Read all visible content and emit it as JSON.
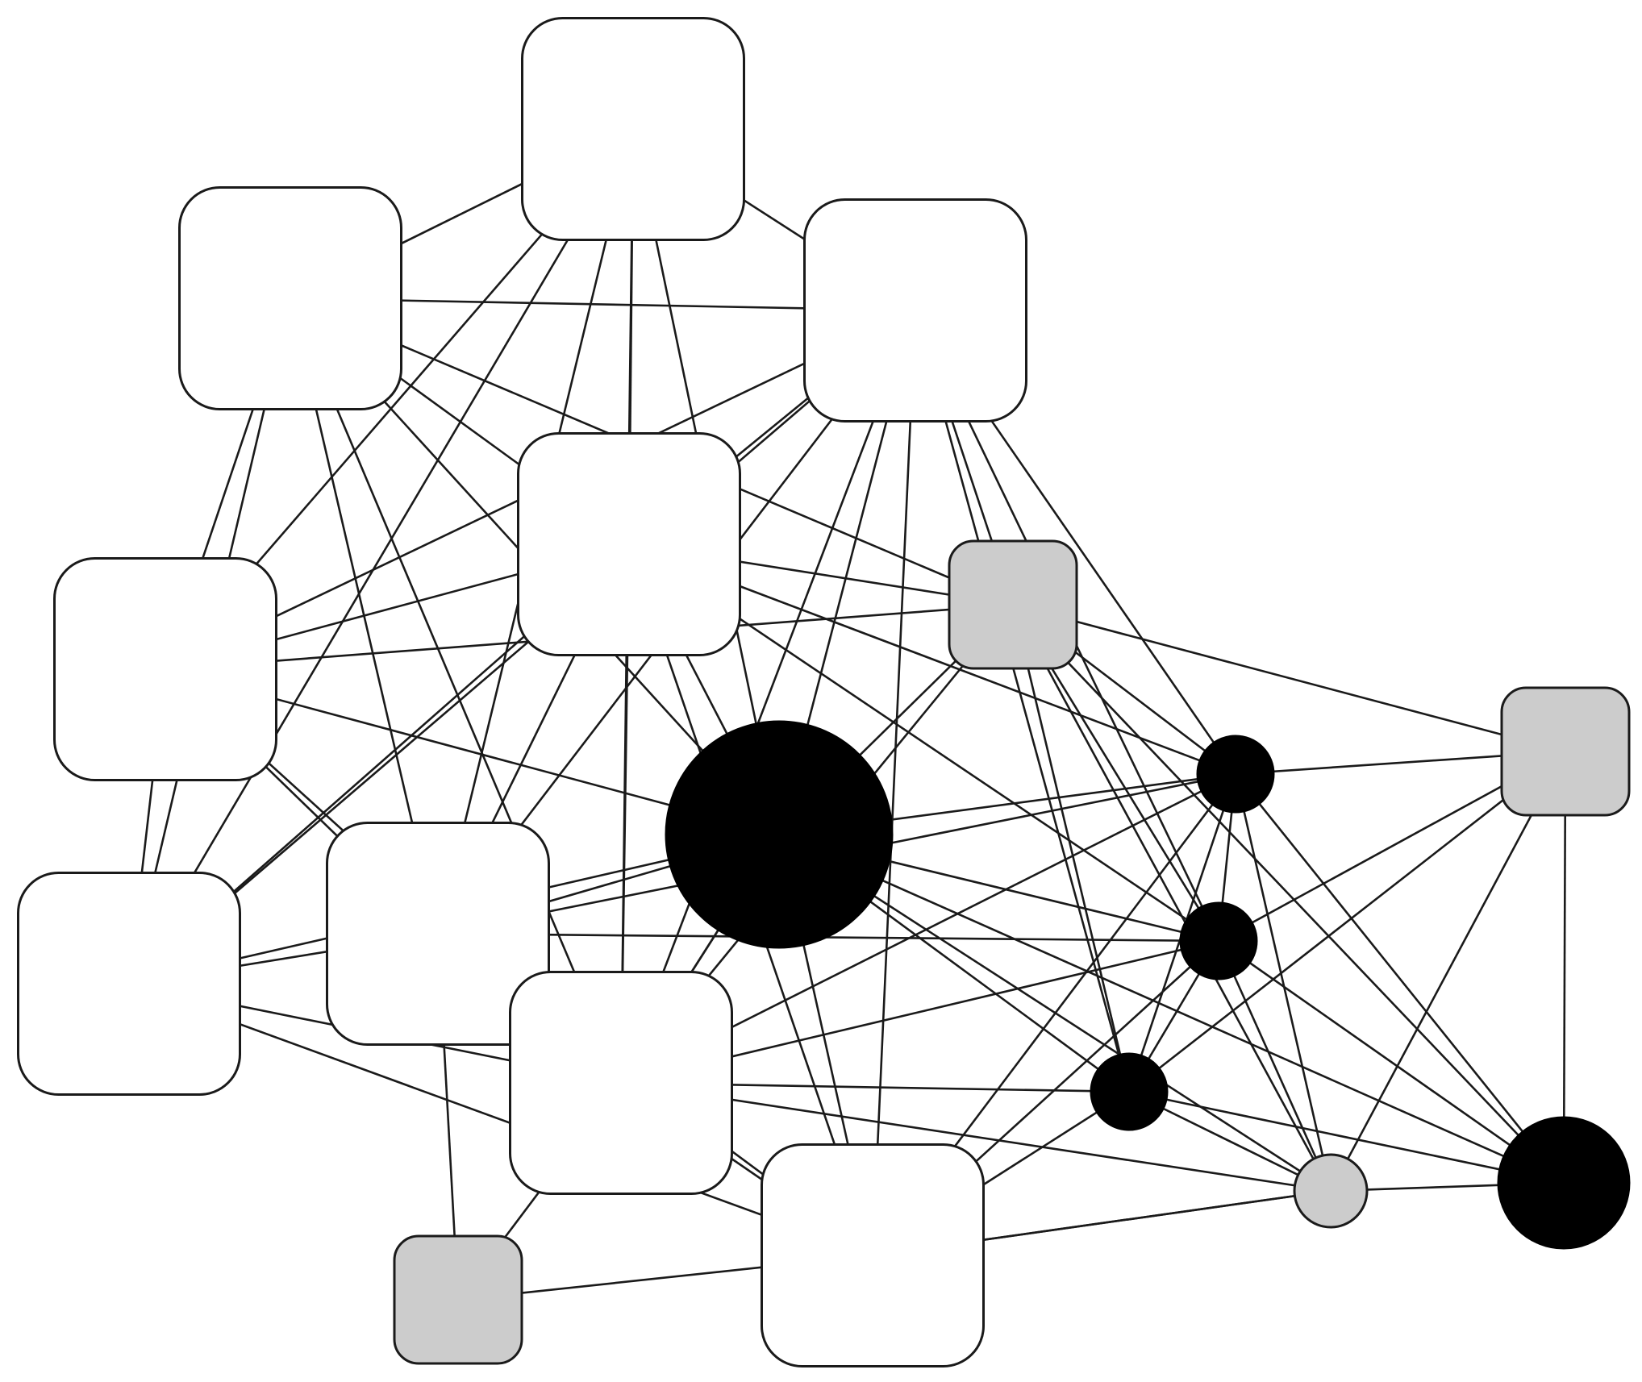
{
  "colors": {
    "background": "#ffffff",
    "stroke": "#1a1a1a",
    "white_node": "#ffffff",
    "gray_node": "#cccccc",
    "black_node": "#000000"
  },
  "nodes": [
    {
      "id": "n1",
      "shape": "rounded-square",
      "fill": "white"
    },
    {
      "id": "n2",
      "shape": "rounded-square",
      "fill": "white"
    },
    {
      "id": "n3",
      "shape": "rounded-square",
      "fill": "white"
    },
    {
      "id": "n4",
      "shape": "rounded-square",
      "fill": "white"
    },
    {
      "id": "n5",
      "shape": "rounded-square",
      "fill": "white"
    },
    {
      "id": "n6",
      "shape": "rounded-square",
      "fill": "white"
    },
    {
      "id": "n7",
      "shape": "rounded-square",
      "fill": "white"
    },
    {
      "id": "n8",
      "shape": "rounded-square",
      "fill": "white"
    },
    {
      "id": "n9",
      "shape": "rounded-square",
      "fill": "white"
    },
    {
      "id": "n10",
      "shape": "rounded-square",
      "fill": "white"
    },
    {
      "id": "g1",
      "shape": "rounded-square",
      "fill": "gray"
    },
    {
      "id": "g2",
      "shape": "rounded-square",
      "fill": "gray"
    },
    {
      "id": "g3",
      "shape": "rounded-square",
      "fill": "gray"
    },
    {
      "id": "c0",
      "shape": "circle",
      "fill": "black"
    },
    {
      "id": "c1",
      "shape": "circle",
      "fill": "black"
    },
    {
      "id": "c2",
      "shape": "circle",
      "fill": "black"
    },
    {
      "id": "c3",
      "shape": "circle",
      "fill": "black"
    },
    {
      "id": "c4",
      "shape": "circle",
      "fill": "black"
    },
    {
      "id": "cg",
      "shape": "circle",
      "fill": "gray"
    }
  ],
  "edges": [
    [
      "n1",
      "n2"
    ],
    [
      "n1",
      "n3"
    ],
    [
      "n1",
      "n4"
    ],
    [
      "n1",
      "n5"
    ],
    [
      "n1",
      "n6"
    ],
    [
      "n1",
      "n7"
    ],
    [
      "n1",
      "n8"
    ],
    [
      "n1",
      "c0"
    ],
    [
      "n2",
      "n3"
    ],
    [
      "n2",
      "n4"
    ],
    [
      "n2",
      "n5"
    ],
    [
      "n2",
      "n6"
    ],
    [
      "n2",
      "n7"
    ],
    [
      "n2",
      "n8"
    ],
    [
      "n2",
      "c0"
    ],
    [
      "n2",
      "g1"
    ],
    [
      "n3",
      "n4"
    ],
    [
      "n3",
      "n5"
    ],
    [
      "n3",
      "n6"
    ],
    [
      "n3",
      "n7"
    ],
    [
      "n3",
      "n8"
    ],
    [
      "n3",
      "c0"
    ],
    [
      "n3",
      "g1"
    ],
    [
      "n3",
      "c1"
    ],
    [
      "n3",
      "c2"
    ],
    [
      "n3",
      "c3"
    ],
    [
      "n3",
      "n9"
    ],
    [
      "n4",
      "n5"
    ],
    [
      "n4",
      "n6"
    ],
    [
      "n4",
      "n7"
    ],
    [
      "n4",
      "n8"
    ],
    [
      "n4",
      "c0"
    ],
    [
      "n4",
      "g1"
    ],
    [
      "n4",
      "c1"
    ],
    [
      "n4",
      "c2"
    ],
    [
      "n4",
      "n9"
    ],
    [
      "n5",
      "n6"
    ],
    [
      "n5",
      "n7"
    ],
    [
      "n5",
      "g1"
    ],
    [
      "n5",
      "c0"
    ],
    [
      "n5",
      "n8"
    ],
    [
      "n6",
      "n7"
    ],
    [
      "n6",
      "n8"
    ],
    [
      "n6",
      "c0"
    ],
    [
      "n6",
      "n9"
    ],
    [
      "n7",
      "n8"
    ],
    [
      "n7",
      "c0"
    ],
    [
      "n7",
      "c1"
    ],
    [
      "n7",
      "c2"
    ],
    [
      "n7",
      "g3"
    ],
    [
      "n7",
      "n9"
    ],
    [
      "n8",
      "c0"
    ],
    [
      "n8",
      "c1"
    ],
    [
      "n8",
      "c2"
    ],
    [
      "n8",
      "c3"
    ],
    [
      "n8",
      "g3"
    ],
    [
      "n8",
      "n9"
    ],
    [
      "n8",
      "cg"
    ],
    [
      "n9",
      "c0"
    ],
    [
      "n9",
      "c1"
    ],
    [
      "n9",
      "c2"
    ],
    [
      "n9",
      "c3"
    ],
    [
      "n9",
      "g3"
    ],
    [
      "n9",
      "cg"
    ],
    [
      "g1",
      "c0"
    ],
    [
      "g1",
      "c1"
    ],
    [
      "g1",
      "c2"
    ],
    [
      "g1",
      "c3"
    ],
    [
      "g1",
      "g2"
    ],
    [
      "g1",
      "cg"
    ],
    [
      "g1",
      "c4"
    ],
    [
      "g1",
      "n8"
    ],
    [
      "c0",
      "c1"
    ],
    [
      "c0",
      "c2"
    ],
    [
      "c0",
      "c3"
    ],
    [
      "c0",
      "cg"
    ],
    [
      "c0",
      "c4"
    ],
    [
      "c0",
      "n8"
    ],
    [
      "c1",
      "g2"
    ],
    [
      "c1",
      "c2"
    ],
    [
      "c1",
      "c3"
    ],
    [
      "c1",
      "cg"
    ],
    [
      "c1",
      "c4"
    ],
    [
      "c2",
      "g2"
    ],
    [
      "c2",
      "c3"
    ],
    [
      "c2",
      "cg"
    ],
    [
      "c2",
      "c4"
    ],
    [
      "c3",
      "g2"
    ],
    [
      "c3",
      "cg"
    ],
    [
      "c3",
      "c4"
    ],
    [
      "g2",
      "cg"
    ],
    [
      "g2",
      "c4"
    ],
    [
      "cg",
      "c4"
    ],
    [
      "cg",
      "n9"
    ]
  ]
}
